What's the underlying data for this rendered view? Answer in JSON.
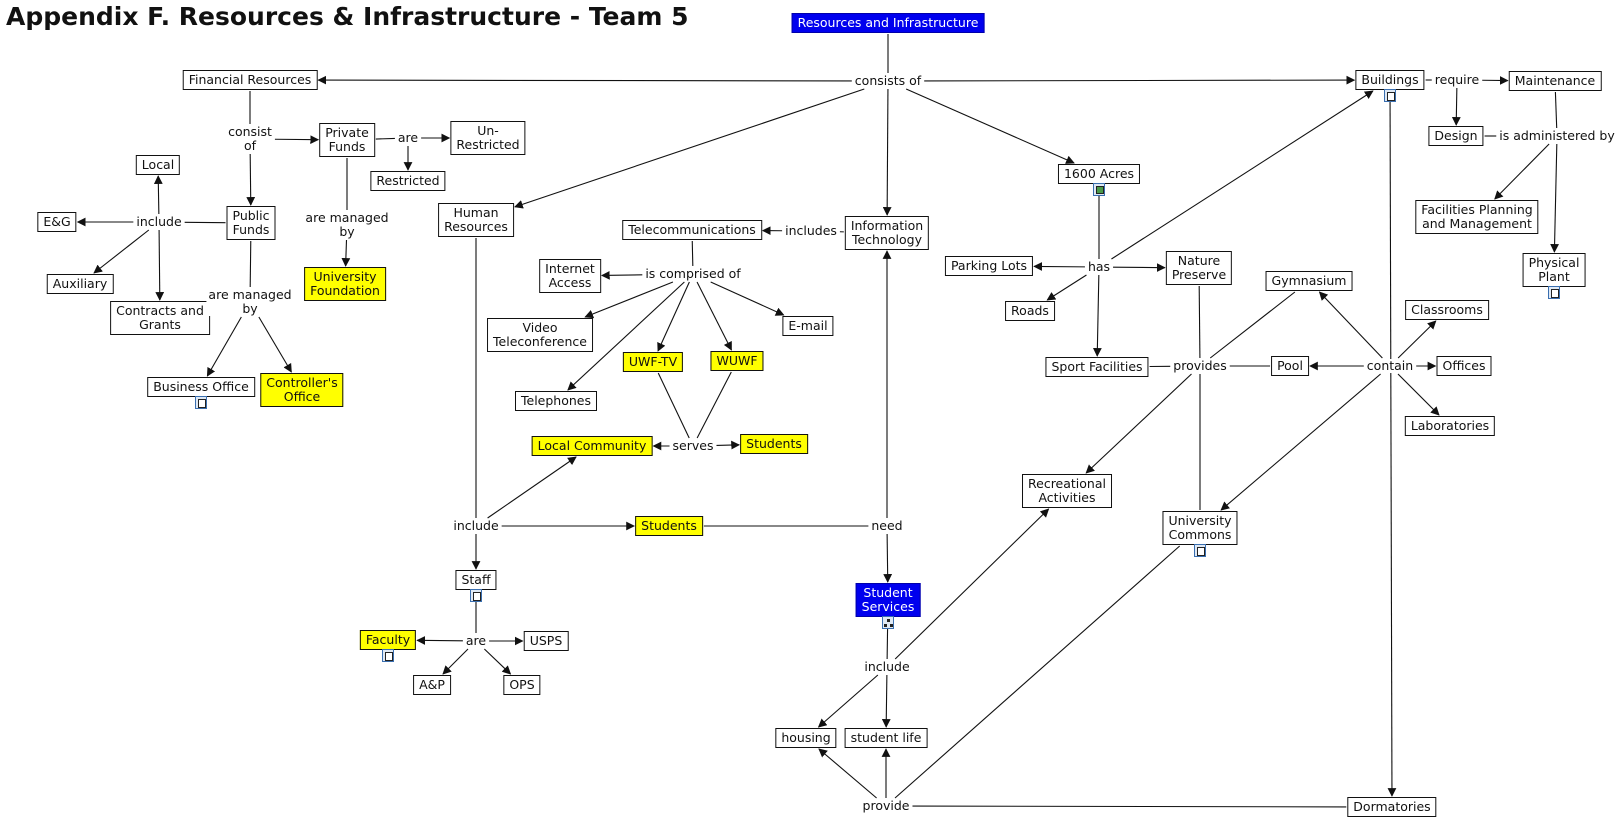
{
  "title": "Appendix F. Resources & Infrastructure - Team 5",
  "colors": {
    "yellow": "#ffff00",
    "blue": "#0000ee"
  },
  "concepts": [
    {
      "id": "root",
      "text": "Resources and Infrastructure",
      "style": "blue"
    },
    {
      "id": "finres",
      "text": "Financial Resources"
    },
    {
      "id": "private",
      "text": "Private\nFunds"
    },
    {
      "id": "unres",
      "text": "Un-\nRestricted"
    },
    {
      "id": "restricted",
      "text": "Restricted"
    },
    {
      "id": "local",
      "text": "Local"
    },
    {
      "id": "eg",
      "text": "E&G"
    },
    {
      "id": "public",
      "text": "Public\nFunds"
    },
    {
      "id": "aux",
      "text": "Auxiliary"
    },
    {
      "id": "contracts",
      "text": "Contracts and\nGrants"
    },
    {
      "id": "ufound",
      "text": "University\nFoundation",
      "style": "yellow"
    },
    {
      "id": "busoff",
      "text": "Business Office",
      "icon": "doc-icon"
    },
    {
      "id": "controller",
      "text": "Controller's\nOffice",
      "style": "yellow"
    },
    {
      "id": "humres",
      "text": "Human\nResources"
    },
    {
      "id": "telecom",
      "text": "Telecommunications"
    },
    {
      "id": "infotech",
      "text": "Information\nTechnology"
    },
    {
      "id": "internet",
      "text": "Internet\nAccess"
    },
    {
      "id": "video",
      "text": "Video\nTeleconference"
    },
    {
      "id": "email",
      "text": "E-mail"
    },
    {
      "id": "uwftv",
      "text": "UWF-TV",
      "style": "yellow"
    },
    {
      "id": "wuwf",
      "text": "WUWF",
      "style": "yellow"
    },
    {
      "id": "telephones",
      "text": "Telephones"
    },
    {
      "id": "localcomm",
      "text": "Local Community",
      "style": "yellow"
    },
    {
      "id": "students1",
      "text": "Students",
      "style": "yellow"
    },
    {
      "id": "students2",
      "text": "Students",
      "style": "yellow"
    },
    {
      "id": "staff",
      "text": "Staff",
      "icon": "doc-icon"
    },
    {
      "id": "faculty",
      "text": "Faculty",
      "style": "yellow",
      "icon": "doc-icon"
    },
    {
      "id": "usps",
      "text": "USPS"
    },
    {
      "id": "ap",
      "text": "A&P"
    },
    {
      "id": "ops",
      "text": "OPS"
    },
    {
      "id": "studserv",
      "text": "Student\nServices",
      "style": "blue",
      "icon": "org-icon"
    },
    {
      "id": "housing",
      "text": "housing"
    },
    {
      "id": "studlife",
      "text": "student life"
    },
    {
      "id": "acres",
      "text": "1600 Acres",
      "icon": "img-icon"
    },
    {
      "id": "parking",
      "text": "Parking Lots"
    },
    {
      "id": "roads",
      "text": "Roads"
    },
    {
      "id": "nature",
      "text": "Nature\nPreserve"
    },
    {
      "id": "sport",
      "text": "Sport Facilities"
    },
    {
      "id": "gym",
      "text": "Gymnasium"
    },
    {
      "id": "pool",
      "text": "Pool"
    },
    {
      "id": "recact",
      "text": "Recreational\nActivities"
    },
    {
      "id": "ucommons",
      "text": "University\nCommons",
      "icon": "doc-icon"
    },
    {
      "id": "buildings",
      "text": "Buildings",
      "icon": "doc-icon"
    },
    {
      "id": "maint",
      "text": "Maintenance"
    },
    {
      "id": "design",
      "text": "Design"
    },
    {
      "id": "fpm",
      "text": "Facilities Planning\nand Management"
    },
    {
      "id": "physplant",
      "text": "Physical\nPlant",
      "icon": "doc-icon"
    },
    {
      "id": "classrooms",
      "text": "Classrooms"
    },
    {
      "id": "offices",
      "text": "Offices"
    },
    {
      "id": "labs",
      "text": "Laboratories"
    },
    {
      "id": "dorms",
      "text": "Dormatories"
    }
  ],
  "phrases": [
    {
      "id": "consistsof",
      "text": "consists of"
    },
    {
      "id": "consistof",
      "text": "consist\nof"
    },
    {
      "id": "are1",
      "text": "are"
    },
    {
      "id": "include1",
      "text": "include"
    },
    {
      "id": "managed1",
      "text": "are managed\nby"
    },
    {
      "id": "managed2",
      "text": "are managed\nby"
    },
    {
      "id": "includes",
      "text": "includes"
    },
    {
      "id": "comprised",
      "text": "is comprised of"
    },
    {
      "id": "serves",
      "text": "serves"
    },
    {
      "id": "include2",
      "text": "include"
    },
    {
      "id": "are2",
      "text": "are"
    },
    {
      "id": "need",
      "text": "need"
    },
    {
      "id": "include3",
      "text": "include"
    },
    {
      "id": "provide",
      "text": "provide"
    },
    {
      "id": "has",
      "text": "has"
    },
    {
      "id": "provides",
      "text": "provides"
    },
    {
      "id": "contain",
      "text": "contain"
    },
    {
      "id": "require",
      "text": "require"
    },
    {
      "id": "administered",
      "text": "is administered by"
    }
  ]
}
